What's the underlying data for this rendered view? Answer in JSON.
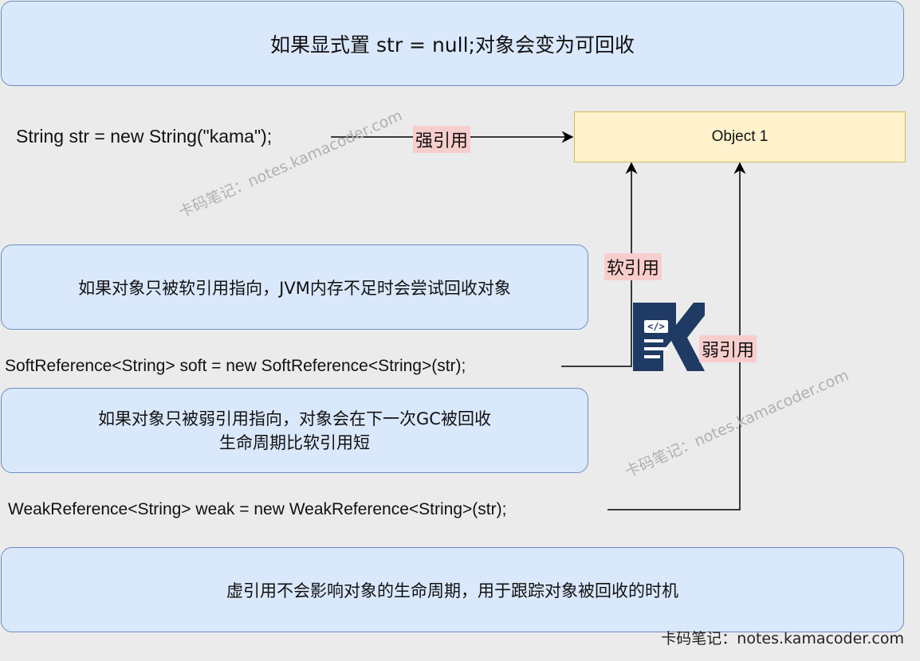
{
  "boxes": {
    "top": "如果显式置 str = null;对象会变为可回收",
    "soft_note": "如果对象只被软引用指向，JVM内存不足时会尝试回收对象",
    "weak_note_line1": "如果对象只被弱引用指向，对象会在下一次GC被回收",
    "weak_note_line2": "生命周期比软引用短",
    "phantom_note": "虚引用不会影响对象的生命周期，用于跟踪对象被回收的时机"
  },
  "code": {
    "strong": "String str = new String(\"kama\");",
    "soft": "SoftReference<String> soft = new SoftReference<String>(str);",
    "weak": "WeakReference<String> weak = new WeakReference<String>(str);"
  },
  "object_label": "Object 1",
  "tags": {
    "strong": "强引用",
    "soft": "软引用",
    "weak": "弱引用"
  },
  "watermark": "卡码笔记：notes.kamacoder.com",
  "footer": "卡码笔记：notes.kamacoder.com",
  "colors": {
    "box_fill": "#dae8fc",
    "box_border": "#6c8ebf",
    "object_fill": "#fff2cc",
    "object_border": "#d6b656",
    "tag_fill": "#f8cecc",
    "logo_navy": "#1f3a63"
  },
  "logo_icon": "kamacoder-logo-icon"
}
